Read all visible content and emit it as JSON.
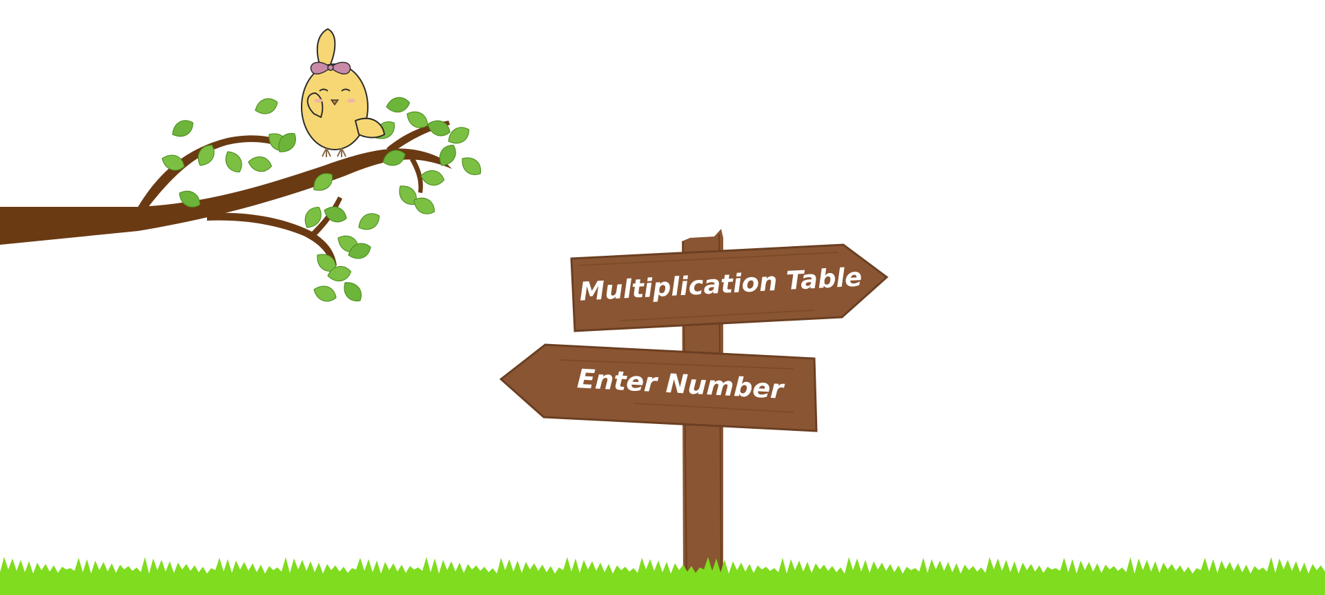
{
  "signpost": {
    "top_sign_label": "Multiplication Table",
    "bottom_sign_label": "Enter Number"
  },
  "colors": {
    "background": "#ffffff",
    "wood": "#8a5533",
    "wood_dark": "#6b3f22",
    "wood_grain": "#74441f",
    "branch": "#6a3a13",
    "leaf": "#7cc043",
    "leaf_dark": "#4f8f22",
    "grass": "#7fdc1e",
    "bird_body": "#f7d774",
    "bird_outline": "#2b2b2b",
    "bow": "#c98aa8"
  },
  "icons": {
    "bird": "chick-icon",
    "tree": "tree-branch-icon",
    "ground": "grass-strip"
  }
}
